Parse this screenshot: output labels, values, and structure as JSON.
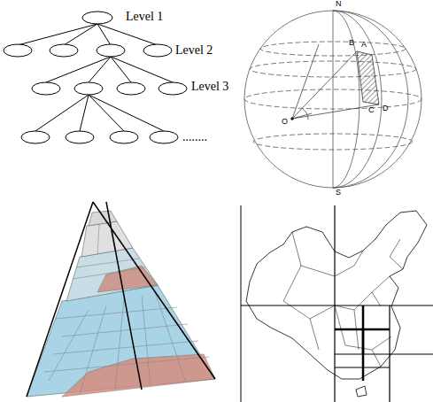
{
  "diagram": {
    "labels": [
      "Level 1",
      "Level 2",
      "Level 3",
      "........",
      "N",
      "S",
      "B",
      "A",
      "C",
      "D",
      "O"
    ]
  }
}
